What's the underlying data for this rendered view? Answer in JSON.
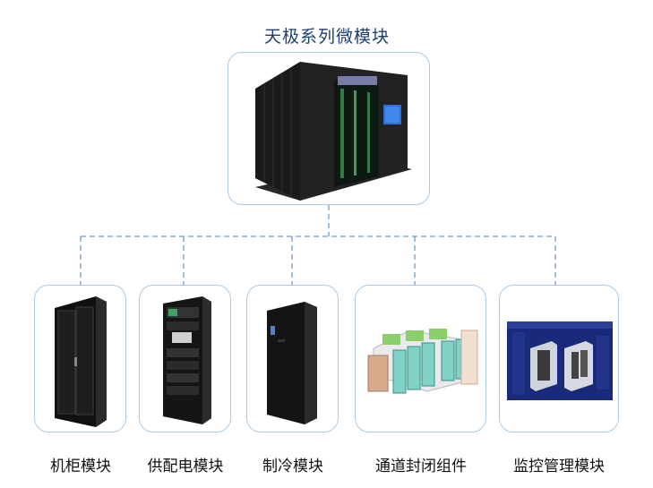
{
  "title": "天极系列微模块",
  "modules": [
    {
      "label": "机柜模块",
      "icon": "cabinet-icon"
    },
    {
      "label": "供配电模块",
      "icon": "power-distribution-icon"
    },
    {
      "label": "制冷模块",
      "icon": "cooling-unit-icon"
    },
    {
      "label": "通道封闭组件",
      "icon": "aisle-containment-icon"
    },
    {
      "label": "监控管理模块",
      "icon": "monitoring-screen-icon"
    }
  ],
  "colors": {
    "title": "#1c3f73",
    "border": "#a9cbe6",
    "connector": "#6f9bc8"
  }
}
